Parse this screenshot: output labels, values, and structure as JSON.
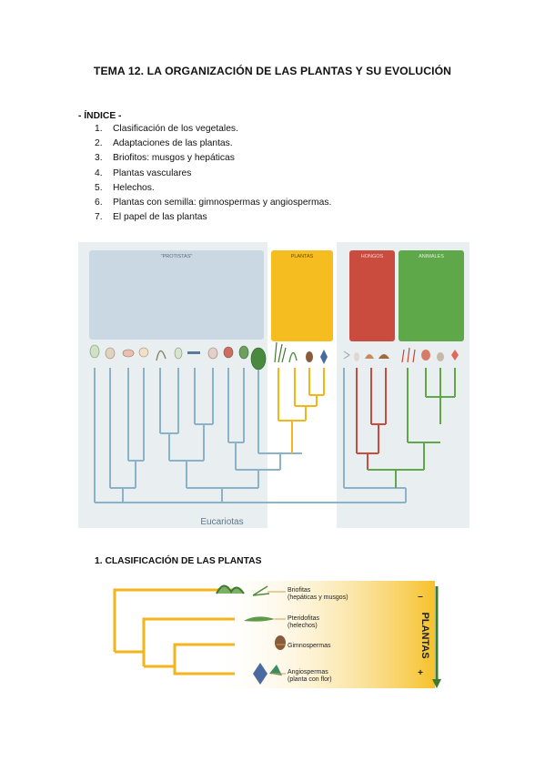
{
  "title": "TEMA 12. LA ORGANIZACIÓN DE LAS PLANTAS Y SU EVOLUCIÓN",
  "index": {
    "heading": "- ÍNDICE -",
    "items": [
      {
        "num": "1.",
        "text": "Clasificación de los vegetales."
      },
      {
        "num": "2.",
        "text": "Adaptaciones de las plantas."
      },
      {
        "num": "3.",
        "text": "Briofitos: musgos y hepáticas"
      },
      {
        "num": "4.",
        "text": "Plantas vasculares"
      },
      {
        "num": "5.",
        "text": "Helechos."
      },
      {
        "num": "6.",
        "text": "Plantas con semilla: gimnospermas y angiospermas."
      },
      {
        "num": "7.",
        "text": "El papel de las plantas"
      }
    ]
  },
  "tree1": {
    "groups": {
      "protistas": "\"PROTISTAS\"",
      "plantas": "PLANTAS",
      "hongos": "HONGOS",
      "animales": "ANIMALES"
    },
    "root_label": "Eucariotas",
    "colors": {
      "protistas": "#c9d8e3",
      "plantas": "#f5bd1f",
      "hongos": "#c94c3f",
      "animales": "#5fa84a",
      "branch_blue": "#8ab3c9"
    }
  },
  "section1": {
    "heading": "1.   CLASIFICACIÓN DE LAS PLANTAS"
  },
  "tree2": {
    "leaves": [
      {
        "name": "Briofitas",
        "sub": "(hepáticas y musgos)"
      },
      {
        "name": "Pteridofitas",
        "sub": "(helechos)"
      },
      {
        "name": "Gimnospermas",
        "sub": ""
      },
      {
        "name": "Angiospermas",
        "sub": "(planta con flor)"
      }
    ],
    "panel_label": "PLANTAS",
    "minus": "–",
    "plus": "+",
    "colors": {
      "branch": "#f2b51c",
      "arrow": "#3d7a2b"
    }
  }
}
